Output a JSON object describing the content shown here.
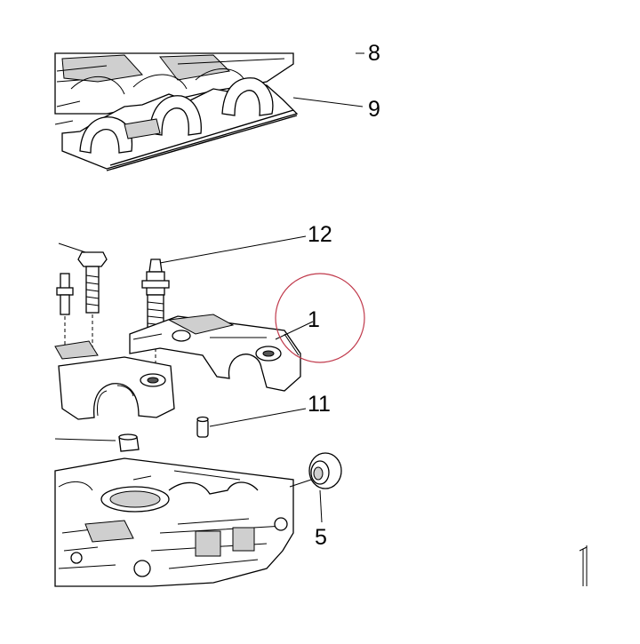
{
  "diagram": {
    "callouts": [
      {
        "id": "callout-8-partial",
        "label": "8"
      },
      {
        "id": "callout-9",
        "label": "9"
      },
      {
        "id": "callout-12",
        "label": "12"
      },
      {
        "id": "callout-1",
        "label": "1"
      },
      {
        "id": "callout-11",
        "label": "11"
      },
      {
        "id": "callout-5",
        "label": "5"
      }
    ],
    "highlight": {
      "shape": "circle",
      "color": "#c0394b",
      "target": "1"
    }
  }
}
